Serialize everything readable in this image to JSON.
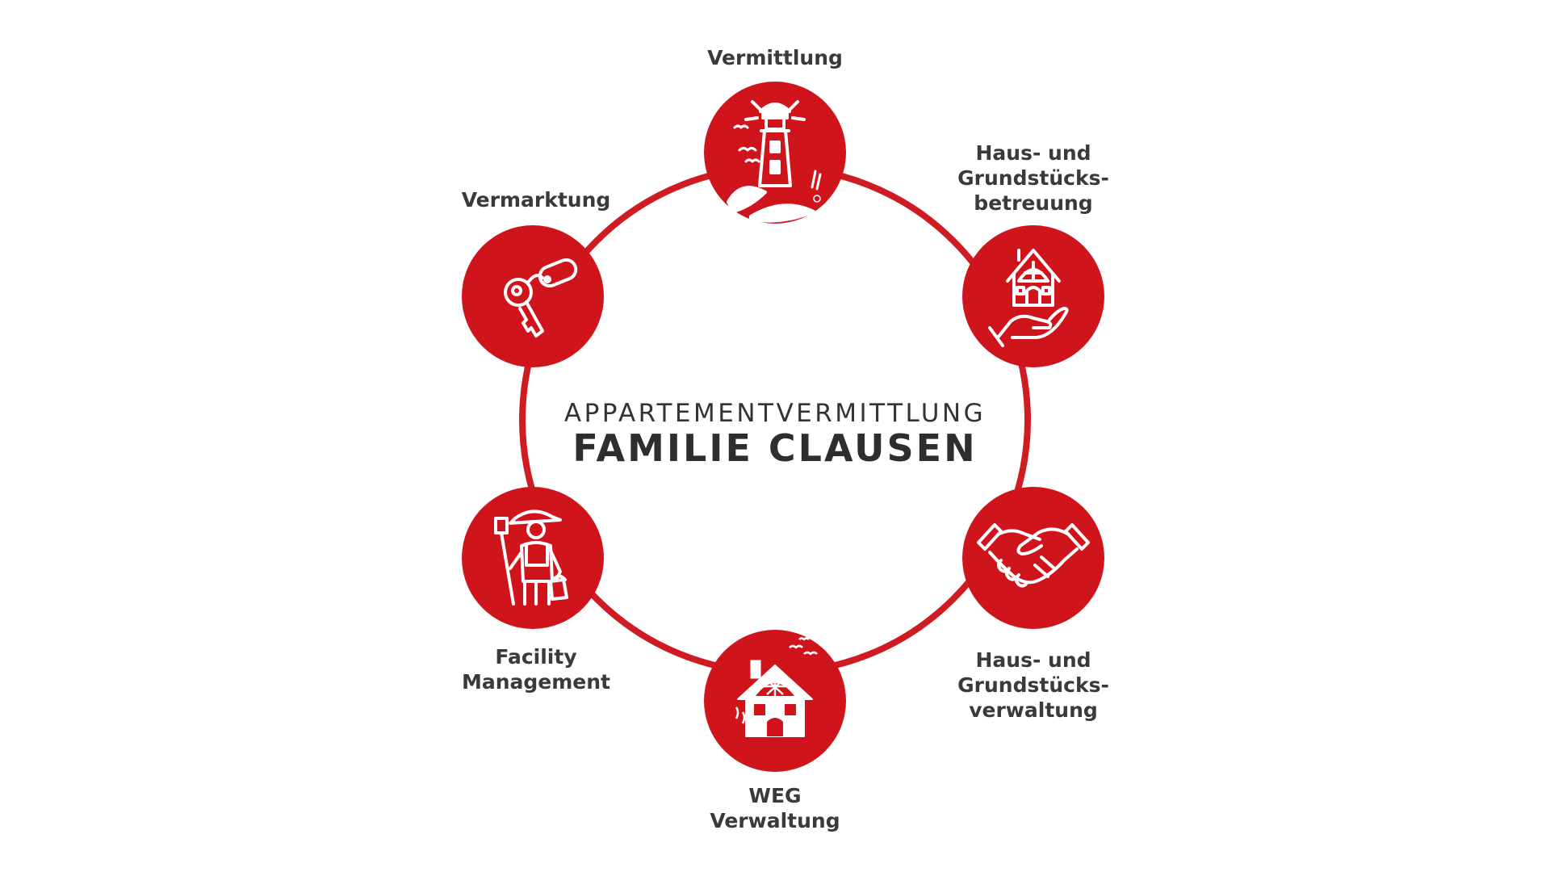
{
  "center": {
    "subtitle": "APPARTEMENTVERMITTLUNG",
    "title": "FAMILIE CLAUSEN"
  },
  "colors": {
    "accent": "#d0141c",
    "ring": "#cf1b22",
    "text": "#3a3a3a"
  },
  "nodes": [
    {
      "id": "vermittlung",
      "icon": "lighthouse-icon",
      "label_lines": [
        "Vermittlung"
      ]
    },
    {
      "id": "haus-grundstuecksbetreuung",
      "icon": "house-in-hand-icon",
      "label_lines": [
        "Haus- und",
        "Grundstücks-",
        "betreuung"
      ]
    },
    {
      "id": "haus-grundstuecksverwaltung",
      "icon": "handshake-icon",
      "label_lines": [
        "Haus- und",
        "Grundstücks-",
        "verwaltung"
      ]
    },
    {
      "id": "weg-verwaltung",
      "icon": "house-icon",
      "label_lines": [
        "WEG",
        "Verwaltung"
      ]
    },
    {
      "id": "facility-management",
      "icon": "gardener-icon",
      "label_lines": [
        "Facility",
        "Management"
      ]
    },
    {
      "id": "vermarktung",
      "icon": "key-icon",
      "label_lines": [
        "Vermarktung"
      ]
    }
  ]
}
